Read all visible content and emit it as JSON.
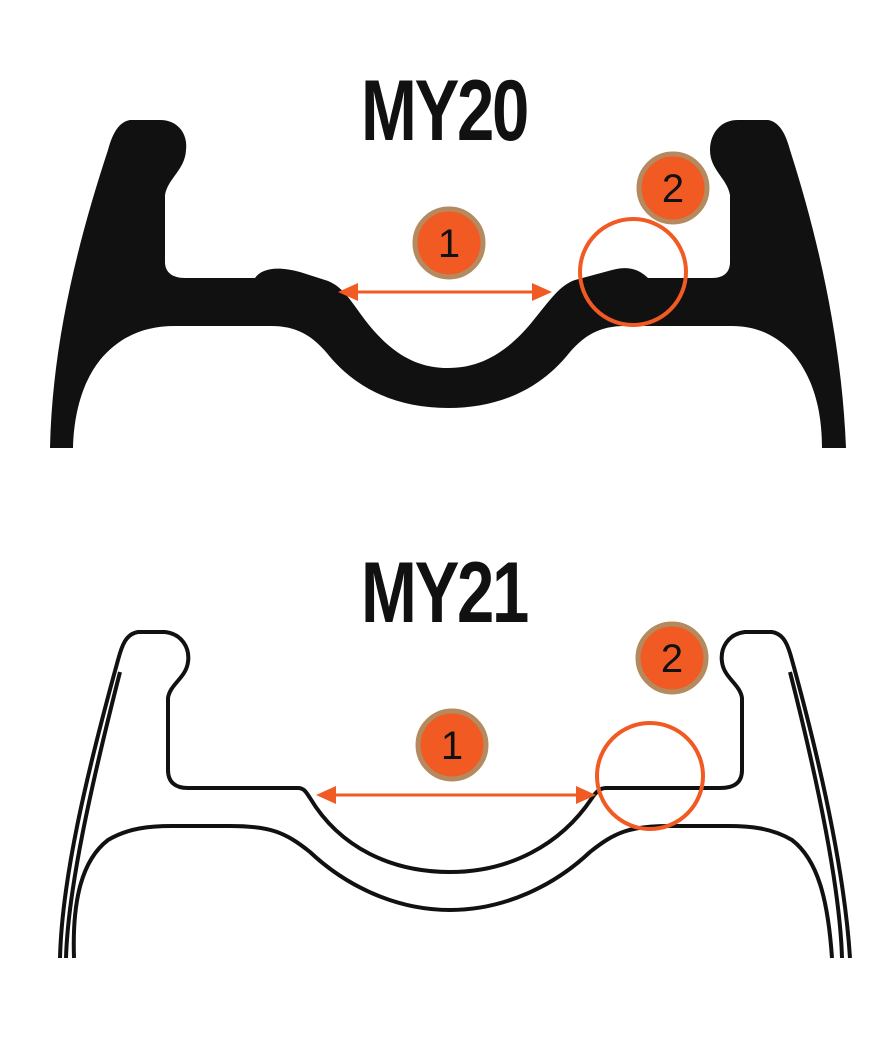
{
  "top": {
    "title": "MY20",
    "markers": [
      {
        "label": "1"
      },
      {
        "label": "2"
      }
    ]
  },
  "bottom": {
    "title": "MY21",
    "markers": [
      {
        "label": "1"
      },
      {
        "label": "2"
      }
    ]
  },
  "colors": {
    "accent": "#f15a22",
    "badge_fill": "#f15a22",
    "badge_ring": "#b58a5e",
    "profile": "#111111"
  }
}
